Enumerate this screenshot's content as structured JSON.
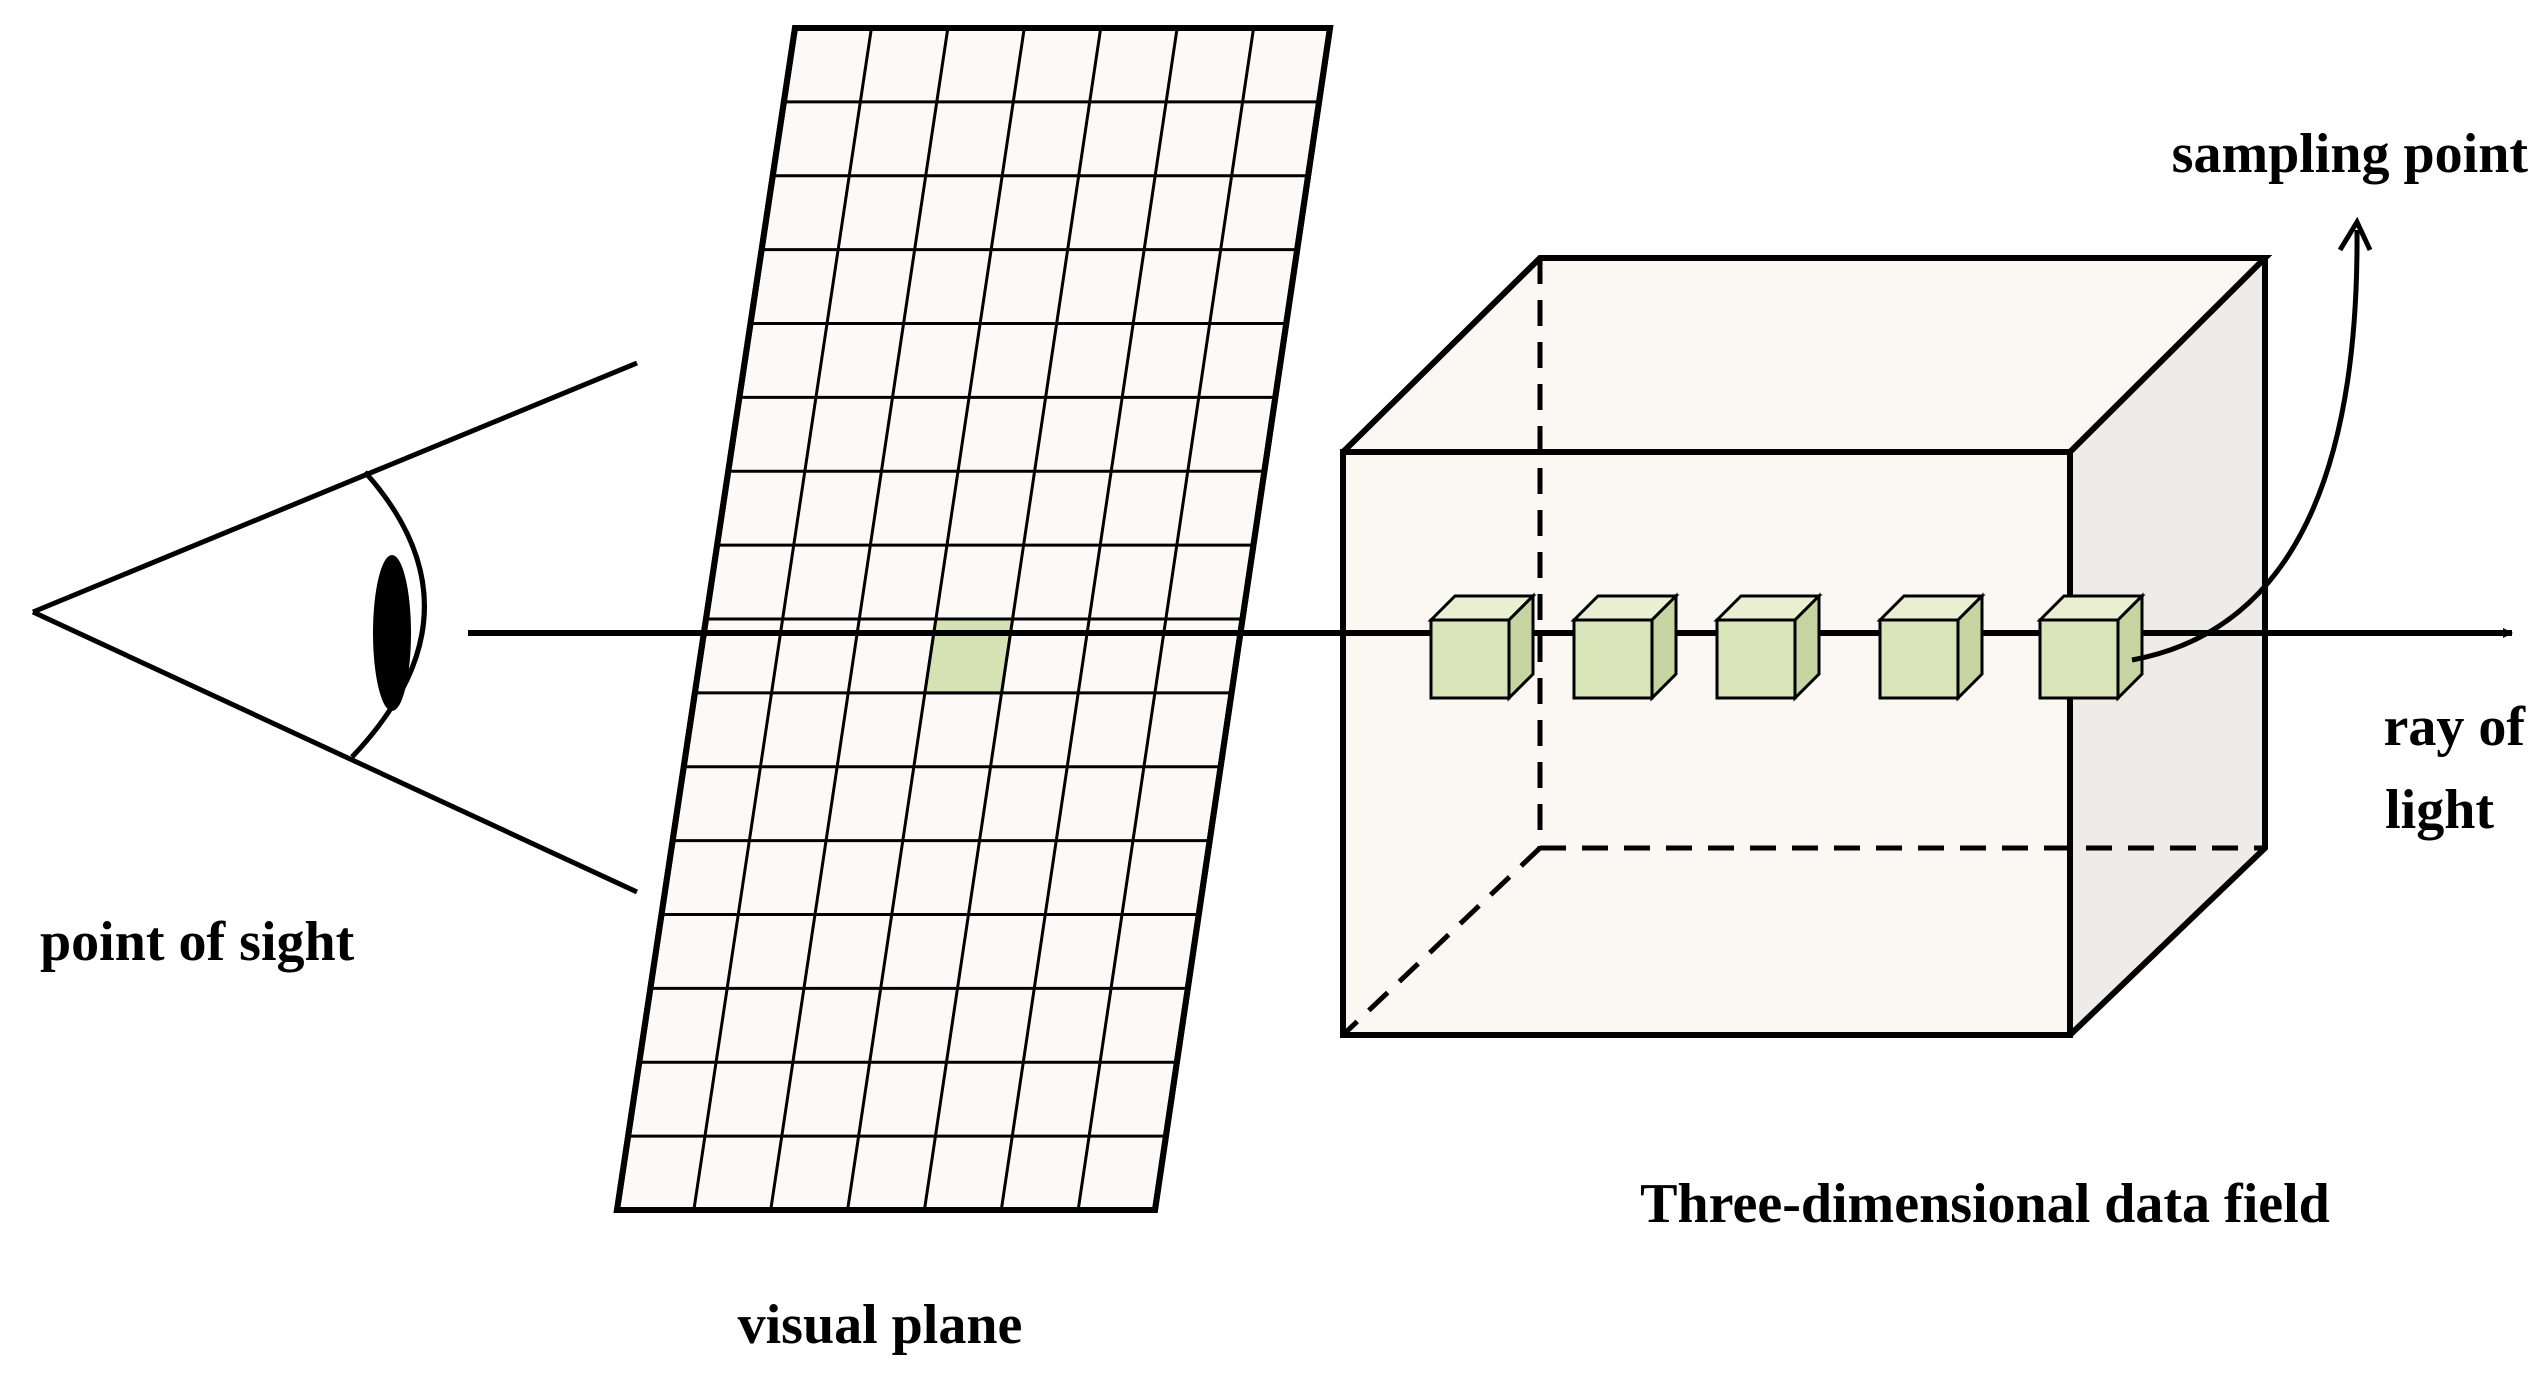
{
  "labels": {
    "point_of_sight": "point of sight",
    "visual_plane": "visual plane",
    "data_field": "Three-dimensional data field",
    "sampling_point": "sampling point",
    "ray_line1": "ray of",
    "ray_line2": "light"
  },
  "grid": {
    "columns": 7,
    "rows": 16,
    "highlight_column": 4,
    "highlight_row": 8
  },
  "sample_cube_count": 5,
  "colors": {
    "line": "#000000",
    "plane_fill": "#fdf9f6",
    "box_fill": "#fbf8f4",
    "box_side_fill": "#efebe8",
    "cell_highlight": "#d6e2b4",
    "cube_front": "#d9e4b8",
    "cube_top": "#e9f0d2",
    "cube_side": "#c5d4a0"
  }
}
